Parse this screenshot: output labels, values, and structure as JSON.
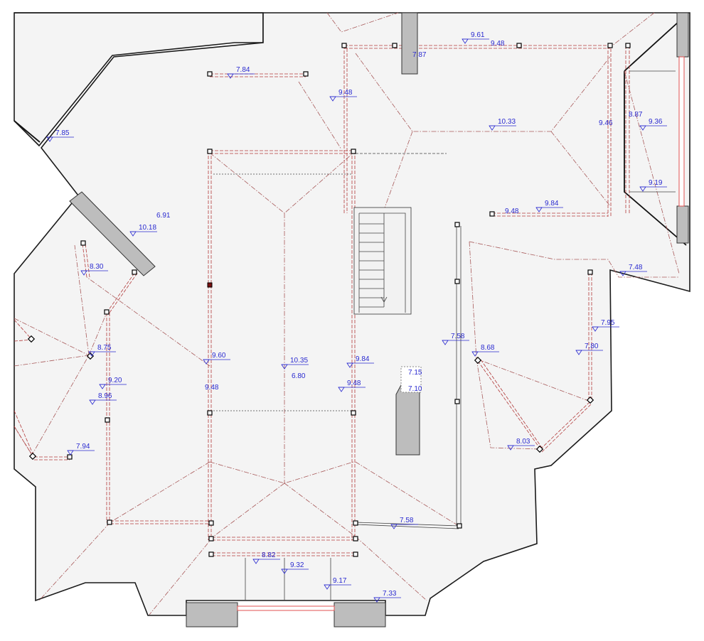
{
  "levels": [
    {
      "id": "l-961",
      "text": "9.61"
    },
    {
      "id": "l-948-top",
      "text": "9.48"
    },
    {
      "id": "l-787",
      "text": "7.87"
    },
    {
      "id": "l-784",
      "text": "7.84"
    },
    {
      "id": "l-785",
      "text": "7.85"
    },
    {
      "id": "l-948-a",
      "text": "9.48"
    },
    {
      "id": "l-1033",
      "text": "10.33"
    },
    {
      "id": "l-946",
      "text": "9.46"
    },
    {
      "id": "l-887",
      "text": "8.87"
    },
    {
      "id": "l-936",
      "text": "9.36"
    },
    {
      "id": "l-919",
      "text": "9.19"
    },
    {
      "id": "l-948-b",
      "text": "9.48"
    },
    {
      "id": "l-984-a",
      "text": "9.84"
    },
    {
      "id": "l-691",
      "text": "6.91"
    },
    {
      "id": "l-1018",
      "text": "10.18"
    },
    {
      "id": "l-830",
      "text": "8.30"
    },
    {
      "id": "l-748",
      "text": "7.48"
    },
    {
      "id": "l-875",
      "text": "8.75"
    },
    {
      "id": "l-920",
      "text": "9.20"
    },
    {
      "id": "l-896",
      "text": "8.96"
    },
    {
      "id": "l-960",
      "text": "9.60"
    },
    {
      "id": "l-948-c",
      "text": "9.48"
    },
    {
      "id": "l-1035",
      "text": "10.35"
    },
    {
      "id": "l-680",
      "text": "6.80"
    },
    {
      "id": "l-984-b",
      "text": "9.84"
    },
    {
      "id": "l-948-d",
      "text": "9.48"
    },
    {
      "id": "l-715",
      "text": "7.15"
    },
    {
      "id": "l-710",
      "text": "7.10"
    },
    {
      "id": "l-758-a",
      "text": "7.58"
    },
    {
      "id": "l-868",
      "text": "8.68"
    },
    {
      "id": "l-795",
      "text": "7.95"
    },
    {
      "id": "l-780",
      "text": "7.80"
    },
    {
      "id": "l-794",
      "text": "7.94"
    },
    {
      "id": "l-803",
      "text": "8.03"
    },
    {
      "id": "l-758-b",
      "text": "7.58"
    },
    {
      "id": "l-882",
      "text": "8.82"
    },
    {
      "id": "l-932",
      "text": "9.32"
    },
    {
      "id": "l-917",
      "text": "9.17"
    },
    {
      "id": "l-733",
      "text": "7.33"
    }
  ]
}
